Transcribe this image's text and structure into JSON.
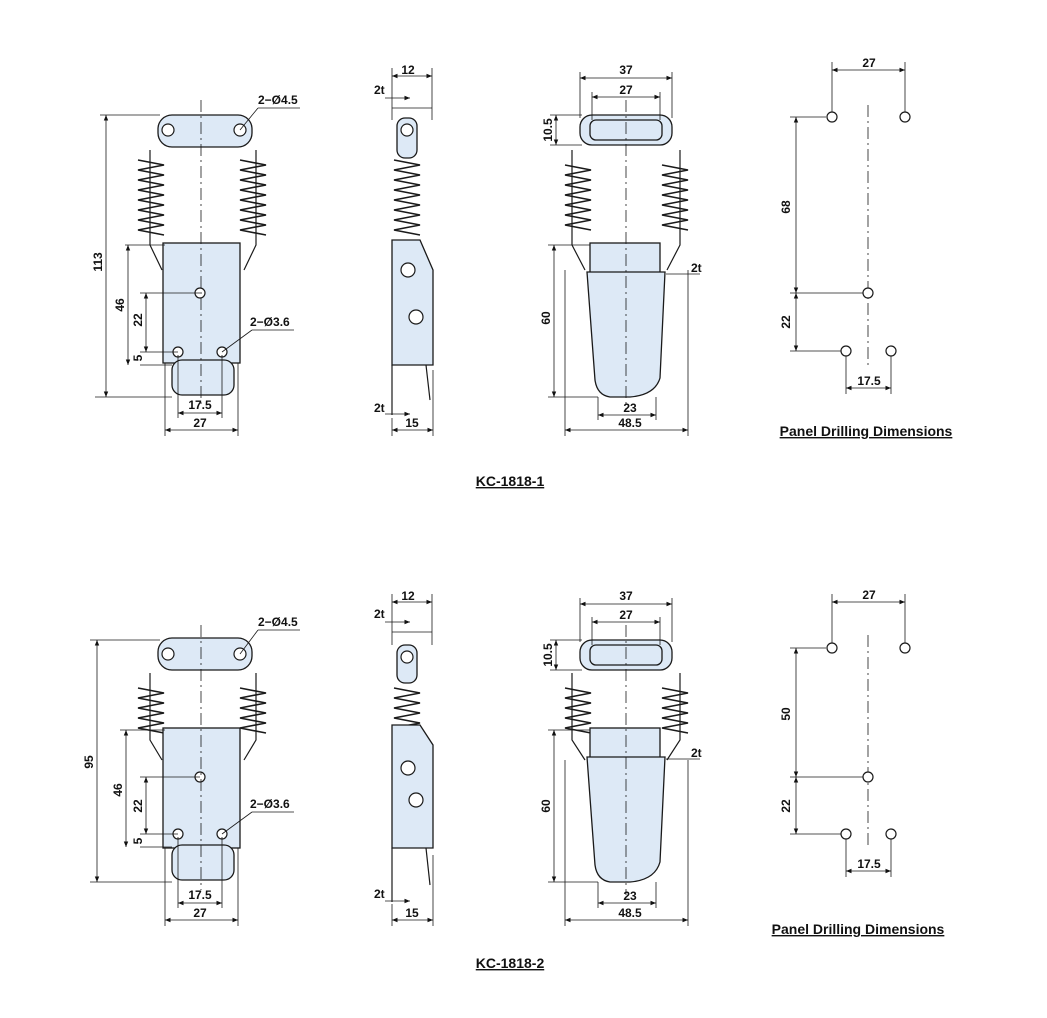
{
  "drawing": {
    "models": [
      "KC-1818-1",
      "KC-1818-2"
    ],
    "caption": "Panel Drilling Dimensions",
    "front": {
      "hole_top": "2−Ø4.5",
      "hole_bot": "2−Ø3.6",
      "width": "27",
      "hole_span": "17.5",
      "d46": "46",
      "d22": "22",
      "d5": "5",
      "heights": [
        "113",
        "95"
      ]
    },
    "side": {
      "top": "12",
      "thick": "2t",
      "bottom": "15"
    },
    "closed": {
      "outer": "37",
      "inner": "27",
      "hook": "10.5",
      "height": "60",
      "thick": "2t",
      "base_inner": "23",
      "base_outer": "48.5"
    },
    "panel": {
      "top": "27",
      "bottom": "17.5",
      "lower": "22",
      "spans": [
        "68",
        "50"
      ]
    }
  }
}
